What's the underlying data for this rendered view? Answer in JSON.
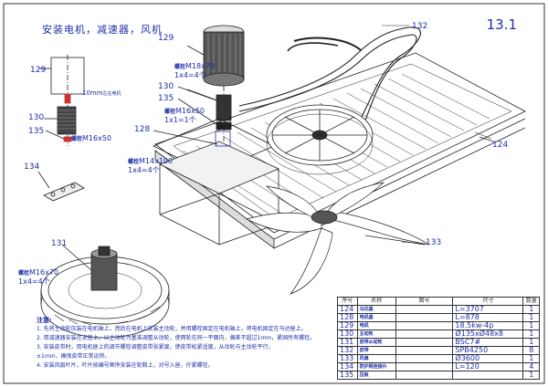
{
  "title": "安装电机，减速器，风机",
  "sheet_no": "13.1",
  "callouts": {
    "c124": "124",
    "c128": "128",
    "c129a": "129",
    "c129b": "129",
    "c130a": "130",
    "c130b": "130",
    "c131": "131",
    "c132": "132",
    "c133": "133",
    "c134": "134",
    "c135a": "135",
    "c135b": "135"
  },
  "annotations": {
    "bolt_m18_key": "螺栓",
    "bolt_m18_size": "M18x70",
    "bolt_m18_qty": "1x4=4个",
    "bolt_m16_key": "螺栓",
    "bolt_m16_size": "M16x50",
    "bolt_m16_qty": "1x1=1个",
    "bolt_m14_key": "螺栓",
    "bolt_m14_size": "M14x100",
    "bolt_m14_qty": "1x4=4个",
    "bolt_m16b_key": "螺栓",
    "bolt_m16b_size": "M16x70",
    "bolt_m16b_qty": "1x4=4个",
    "bolt_m16c_key": "螺栓",
    "bolt_m16c_size": "M16x50",
    "motor_gap": "10mm",
    "motor_gap_note": "左右电机"
  },
  "notes": {
    "head": "注意:",
    "n1": "1. 先将主动轮压装在电机轴上，然后在电机上安装主动轮，并用螺栓固定在电机轴上，将电机固定在马达座上。",
    "n2": "2. 用减速器安装在支座上，以主动轮为基准调整从动轮，使两轮在同一平面内，偏差不超过1mm，紧固所有螺栓。",
    "n3": "3. 安装皮带时，用电机座上的调节螺栓调整皮带张紧度，使皮带松紧适度，从动轮与主动轮平行，",
    "n3b": "±1mm，确保皮带正常运转。",
    "n4": "4. 安装风扇叶片，叶片按编号顺序安装在轮毂上，对号入座，拧紧螺栓。"
  },
  "bom": {
    "headers": [
      "序号",
      "名称",
      "图号",
      "尺寸",
      "数量"
    ],
    "rows": [
      {
        "no": "124",
        "name": "马达座",
        "drawing": "",
        "size": "L=3707",
        "qty": "1"
      },
      {
        "no": "128",
        "name": "电机座",
        "drawing": "",
        "size": "L=878",
        "qty": "1"
      },
      {
        "no": "129",
        "name": "电机",
        "drawing": "",
        "size": "18.5kw-4p",
        "qty": "1"
      },
      {
        "no": "130",
        "name": "主动轮",
        "drawing": "",
        "size": "Ø135xØ48x8",
        "qty": "1"
      },
      {
        "no": "131",
        "name": "皮带从动轮",
        "drawing": "",
        "size": "BSC7#",
        "qty": "1"
      },
      {
        "no": "132",
        "name": "皮带",
        "drawing": "",
        "size": "SPB4250",
        "qty": "8"
      },
      {
        "no": "133",
        "name": "风扇",
        "drawing": "",
        "size": "Ø3600",
        "qty": "1"
      },
      {
        "no": "134",
        "name": "防护网连接片",
        "drawing": "",
        "size": "L=120",
        "qty": "4"
      },
      {
        "no": "135",
        "name": "压板",
        "drawing": "",
        "size": "",
        "qty": "1"
      }
    ]
  }
}
